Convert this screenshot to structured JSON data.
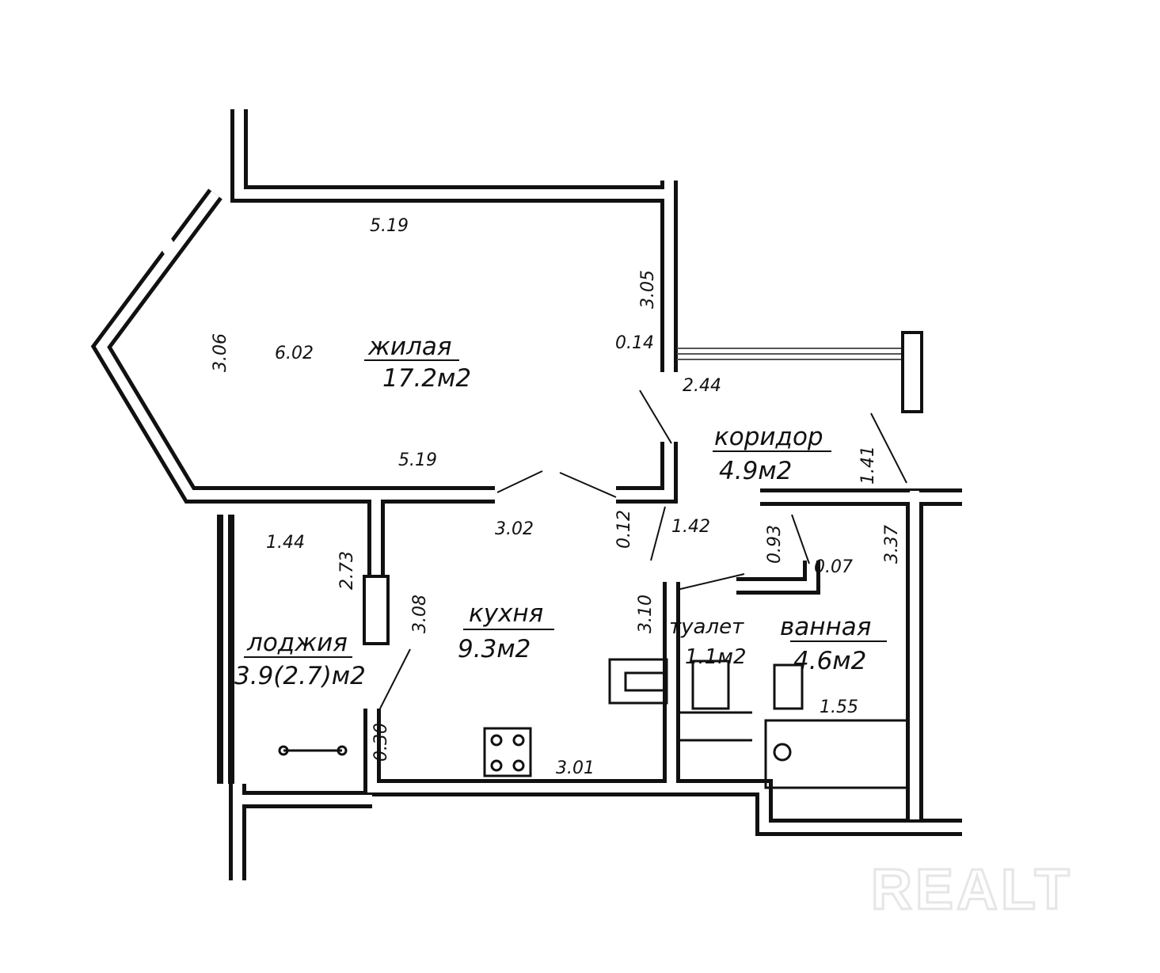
{
  "rooms": [
    {
      "name": "жилая",
      "area": "17.2м2"
    },
    {
      "name": "коридор",
      "area": "4.9м2"
    },
    {
      "name": "кухня",
      "area": "9.3м2"
    },
    {
      "name": "лоджия",
      "area": "3.9(2.7)м2"
    },
    {
      "name": "туалет",
      "area": "1.1м2"
    },
    {
      "name": "ванная",
      "area": "4.6м2"
    }
  ],
  "dimensions": [
    "5.19",
    "3.05",
    "3.06",
    "6.02",
    "0.14",
    "2.44",
    "5.19",
    "1.41",
    "3.02",
    "0.12",
    "1.42",
    "0.93",
    "0.07",
    "3.37",
    "1.44",
    "2.73",
    "3.08",
    "3.10",
    "1.55",
    "0.30",
    "3.01"
  ],
  "watermark": "REALT"
}
